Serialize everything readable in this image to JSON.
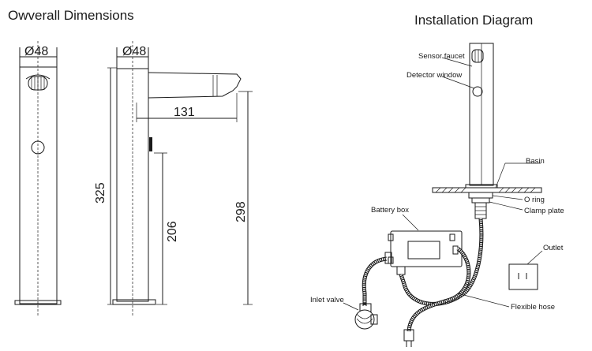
{
  "left_panel": {
    "title": "Owverall Dimensions",
    "front_diameter": "Ø48",
    "side_diameter": "Ø48",
    "spout_reach": "131",
    "total_height": "325",
    "spout_height": "206",
    "sensor_height": "298"
  },
  "right_panel": {
    "title": "Installation Diagram",
    "labels": {
      "sensor_faucet": "Sensor faucet",
      "detector_window": "Detector window",
      "basin": "Basin",
      "o_ring": "O ring",
      "clamp_plate": "Clamp plate",
      "battery_box": "Battery box",
      "outlet": "Outlet",
      "inlet_valve": "Inlet valve",
      "flexible_hose": "Flexible hose"
    }
  }
}
